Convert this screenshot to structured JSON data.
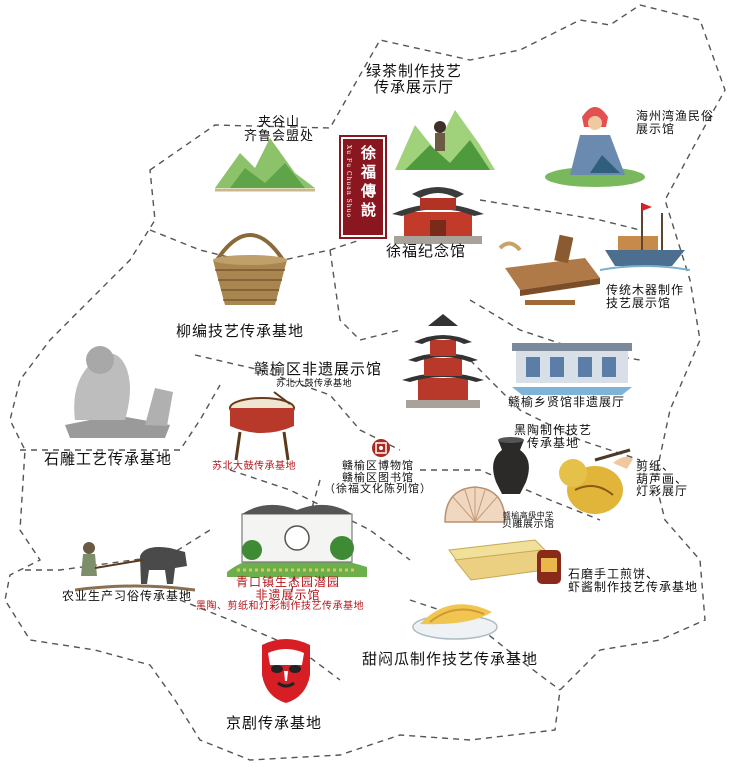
{
  "seal": {
    "title": "徐福傳說",
    "subtitle": "Xu Fu Chuan Shuo"
  },
  "labels": {
    "green_tea": [
      "绿茶制作技艺",
      "传承展示厅"
    ],
    "jiagu": [
      "夹谷山",
      "齐鲁会盟处"
    ],
    "haizhou": [
      "海州湾渔民俗",
      "展示馆"
    ],
    "xufu": "徐福纪念馆",
    "liubian": "柳编技艺传承基地",
    "woodware": [
      "传统木器制作",
      "技艺展示馆"
    ],
    "feiyi": "赣榆区非遗展示馆",
    "drum_base_small": "苏北大鼓传承基地",
    "xianxian": "赣榆乡贤馆非遗展厅",
    "stone": "石雕工艺传承基地",
    "drum_base": "苏北大鼓传承基地",
    "museum": [
      "赣榆区博物馆",
      "赣榆区图书馆",
      "（徐福文化陈列馆）"
    ],
    "black_pottery": [
      "黑陶制作技艺",
      "传承基地"
    ],
    "papercut": [
      "剪纸、",
      "葫芦画、",
      "灯彩展厅"
    ],
    "shell": [
      "赣榆高级中学",
      "贝雕展示馆"
    ],
    "qingkou": [
      "青口镇生态园潜园",
      "非遗展示馆"
    ],
    "qingkou_sub": "黑陶、剪纸和灯彩制作技艺传承基地",
    "agriculture": "农业生产习俗传承基地",
    "jianbing": [
      "石磨手工煎饼、",
      "虾酱制作技艺传承基地"
    ],
    "melon": "甜闷瓜制作技艺传承基地",
    "opera": "京剧传承基地"
  },
  "colors": {
    "route": "#555555",
    "seal": "#8a1720",
    "red_text": "#b8141a"
  },
  "icons": [
    "tea-hill-icon",
    "tea-picker-icon",
    "fishing-woman-icon",
    "xufu-temple-icon",
    "fishing-boat-icon",
    "wood-plane-icon",
    "basket-icon",
    "pagoda-icon",
    "hall-building-icon",
    "stone-lion-icon",
    "drum-icon",
    "black-pottery-icon",
    "gourd-painting-icon",
    "shell-carving-icon",
    "garden-icon",
    "ox-plough-icon",
    "jianbing-icon",
    "melon-icon",
    "opera-mask-icon",
    "museum-logo-icon"
  ]
}
